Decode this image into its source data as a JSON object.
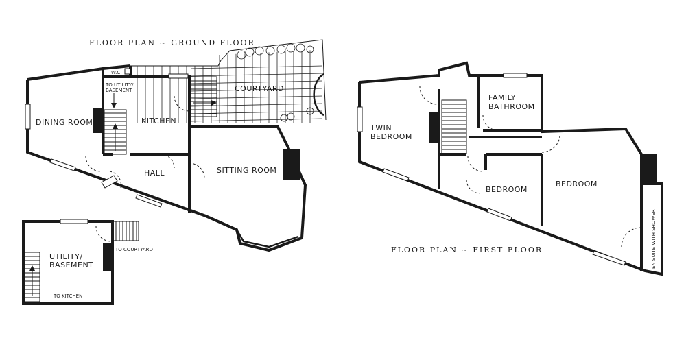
{
  "titles": {
    "ground": "FLOOR PLAN ~ GROUND FLOOR",
    "first": "FLOOR PLAN ~ FIRST FLOOR"
  },
  "ground_floor": {
    "wc": "W.C.",
    "to_utility_1": "TO UTILITY/",
    "to_utility_2": "BASEMENT",
    "courtyard": "COURTYARD",
    "dining_room": "DINING ROOM",
    "kitchen": "KITCHEN",
    "hall": "HALL",
    "sitting_room": "SITTING ROOM"
  },
  "basement": {
    "utility_1": "UTILITY/",
    "utility_2": "BASEMENT",
    "to_courtyard": "TO COURTYARD",
    "to_kitchen": "TO KITCHEN"
  },
  "first_floor": {
    "twin_1": "TWIN",
    "twin_2": "BEDROOM",
    "family_1": "FAMILY",
    "family_2": "BATHROOM",
    "bedroom_small": "BEDROOM",
    "bedroom_large": "BEDROOM",
    "ensuite": "EN SUITE WITH SHOWER"
  }
}
